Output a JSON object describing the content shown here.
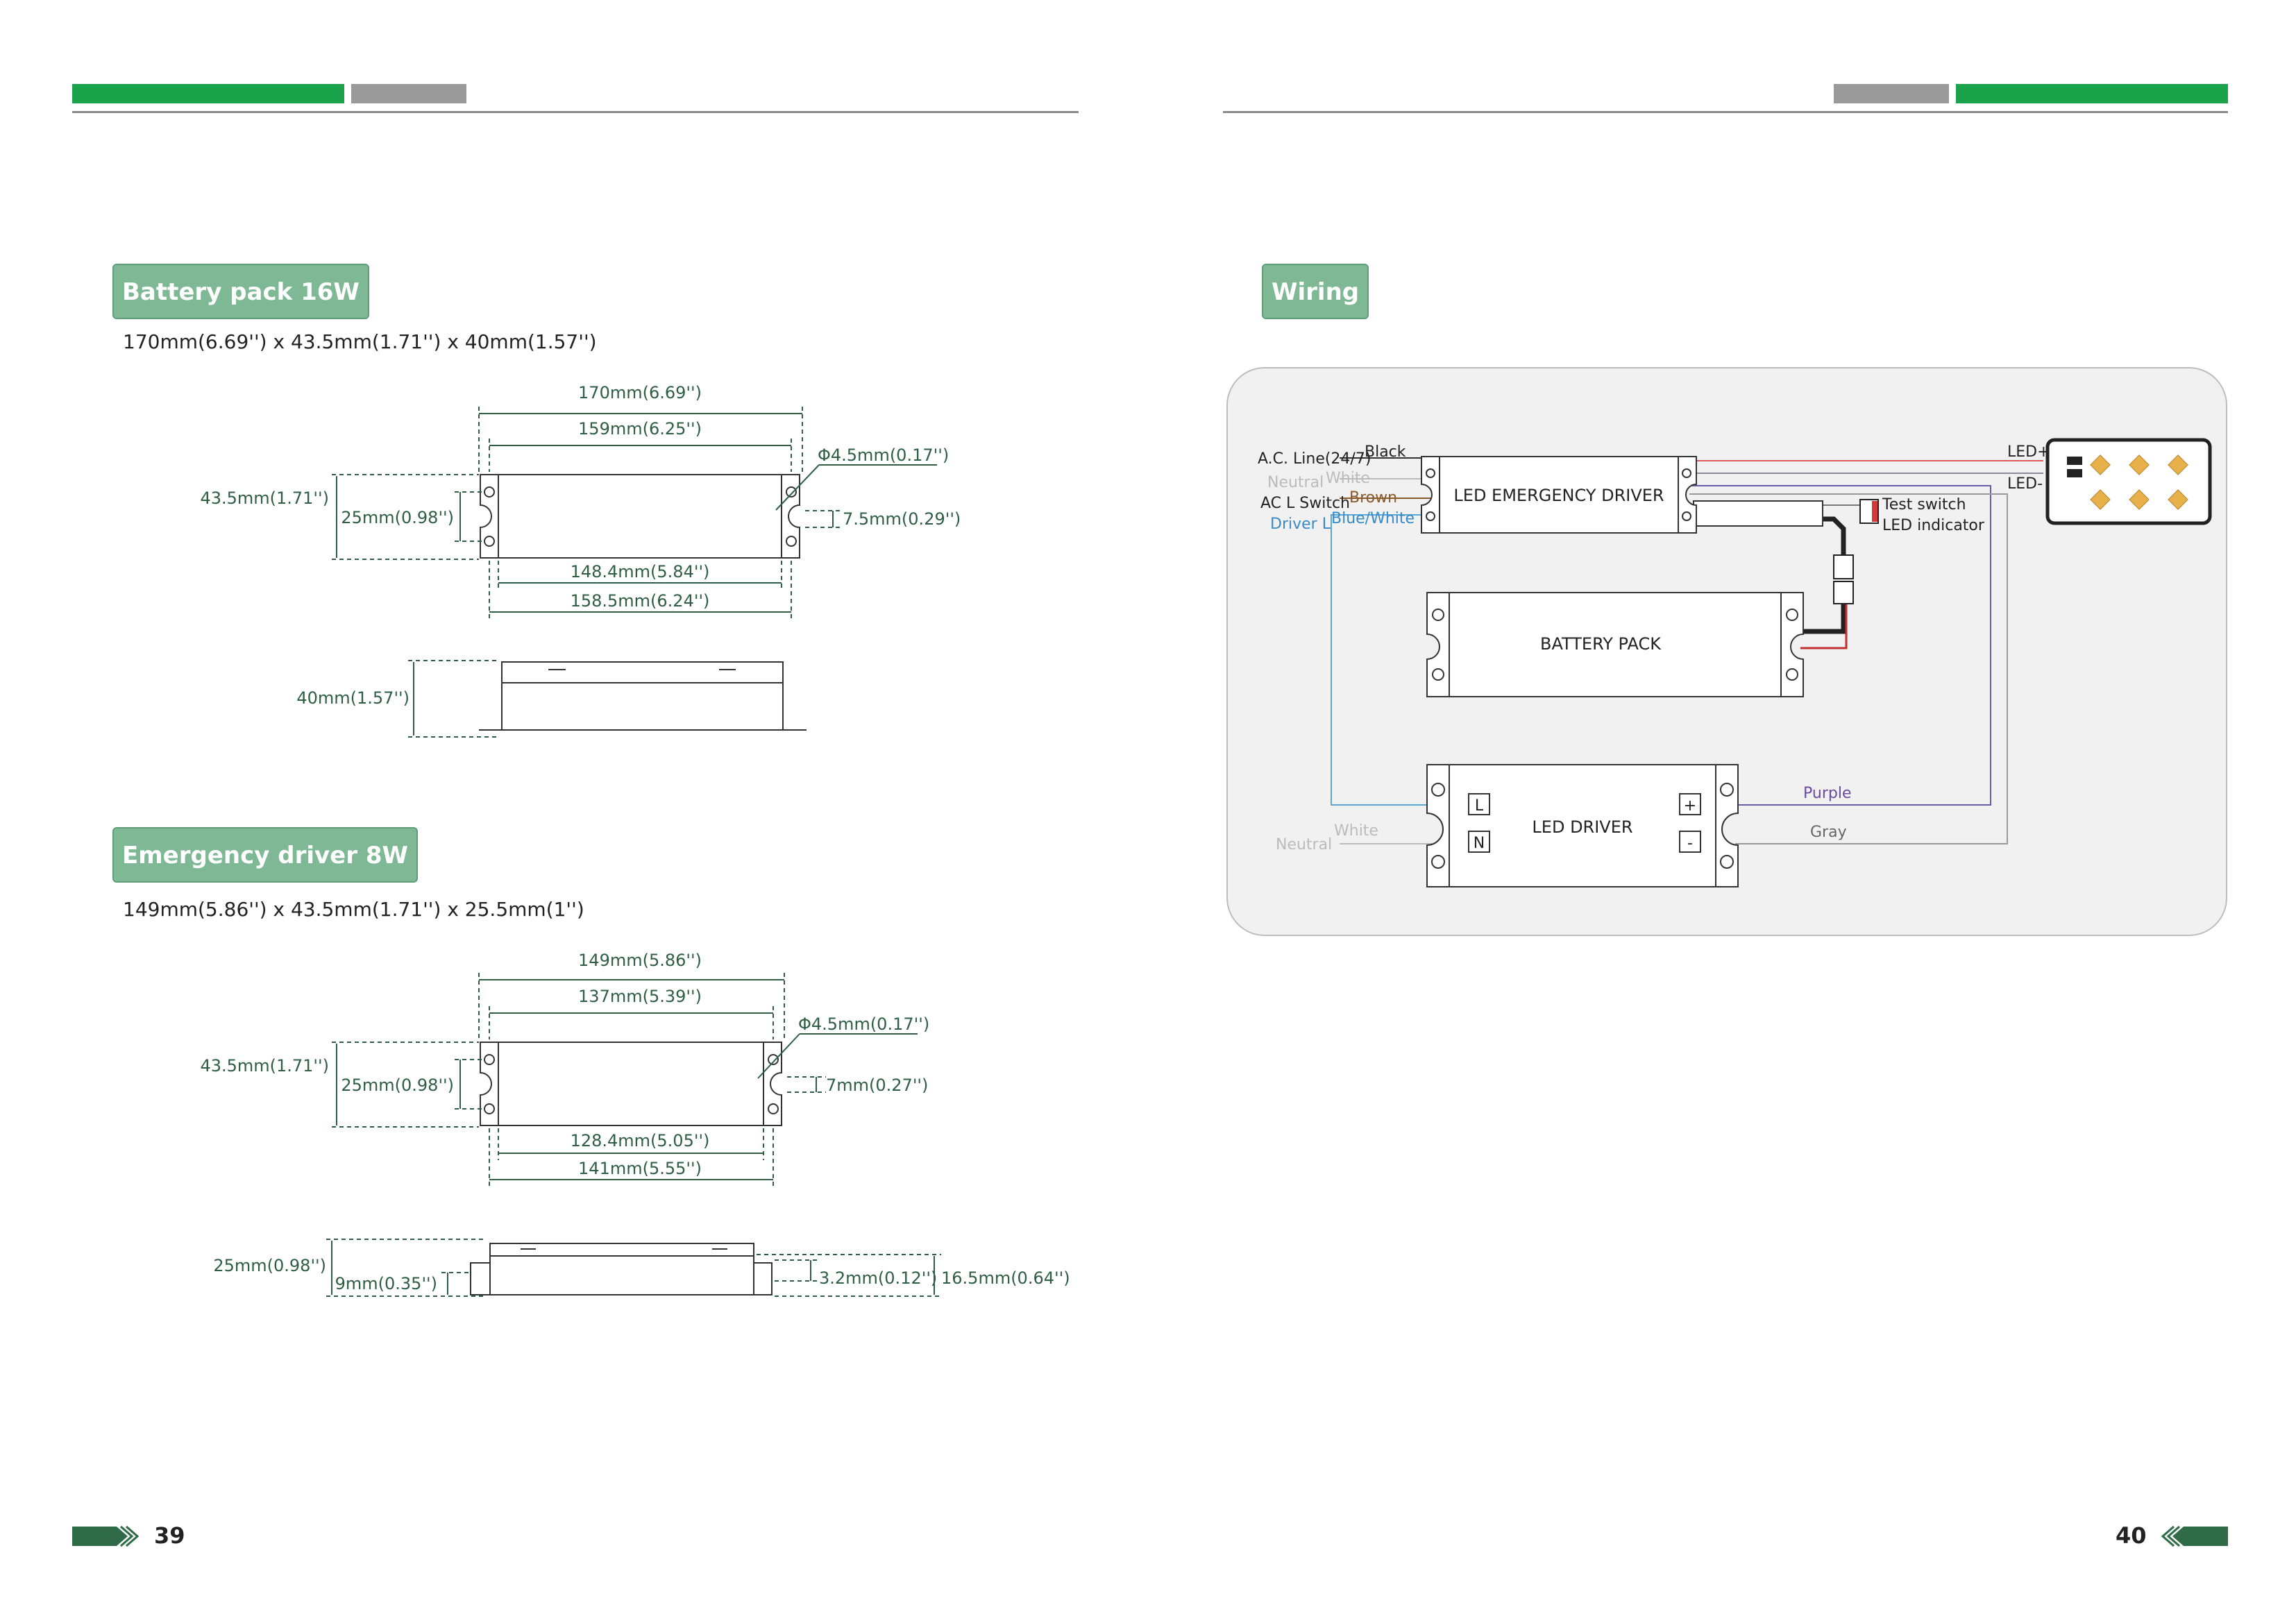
{
  "pages": {
    "left_number": "39",
    "right_number": "40"
  },
  "colors": {
    "green": "#1aa34a",
    "gray": "#9a9a9a",
    "dim_green": "#2f5e44",
    "tag_bg": "#7fb894"
  },
  "battery_pack": {
    "title": "Battery pack 16W",
    "size_line": "170mm(6.69'') x 43.5mm(1.71'') x 40mm(1.57'')",
    "dims": {
      "overall_length": "170mm(6.69'')",
      "hole_pitch_top": "159mm(6.25'')",
      "hole_dia": "Φ4.5mm(0.17'')",
      "width": "43.5mm(1.71'')",
      "hole_spacing": "25mm(0.98'')",
      "slot_offset": "7.5mm(0.29'')",
      "body_length": "148.4mm(5.84'')",
      "hole_pitch_bottom": "158.5mm(6.24'')",
      "height": "40mm(1.57'')"
    }
  },
  "emergency_driver": {
    "title": "Emergency driver 8W",
    "size_line": "149mm(5.86'') x 43.5mm(1.71'') x 25.5mm(1'')",
    "dims": {
      "overall_length": "149mm(5.86'')",
      "hole_pitch_top": "137mm(5.39'')",
      "hole_dia": "Φ4.5mm(0.17'')",
      "width": "43.5mm(1.71'')",
      "hole_spacing": "25mm(0.98'')",
      "slot_offset": "7mm(0.27'')",
      "body_length": "128.4mm(5.05'')",
      "hole_pitch_bottom": "141mm(5.55'')",
      "height": "25mm(0.98'')",
      "flange": "9mm(0.35'')",
      "step": "3.2mm(0.12'')",
      "body_height": "16.5mm(0.64'')"
    }
  },
  "wiring": {
    "title": "Wiring",
    "labels": {
      "ac_line": "A.C. Line(24/7)",
      "black": "Black",
      "neutral_top": "Neutral",
      "white_top": "White",
      "ac_switch": "AC L Switch",
      "brown": "Brown",
      "driver_l": "Driver L",
      "blue_white": "Blue/White",
      "emergency_driver": "LED EMERGENCY DRIVER",
      "test_switch": "Test switch",
      "led_indicator": "LED indicator",
      "battery_pack": "BATTERY PACK",
      "led_driver": "LED DRIVER",
      "term_l": "L",
      "term_n": "N",
      "term_plus": "+",
      "term_minus": "-",
      "purple": "Purple",
      "gray": "Gray",
      "white_bottom": "White",
      "neutral_bottom": "Neutral",
      "led_plus": "LED+",
      "led_minus": "LED-"
    }
  }
}
